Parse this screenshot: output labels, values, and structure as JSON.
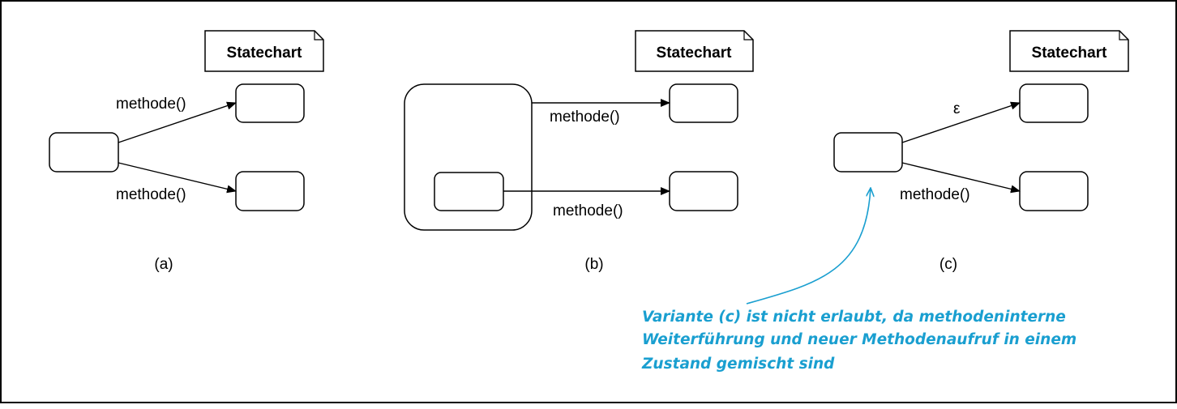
{
  "statechart_title": "Statechart",
  "panel_a": {
    "transition_upper": "methode()",
    "transition_lower": "methode()",
    "caption": "(a)"
  },
  "panel_b": {
    "transition_upper": "methode()",
    "transition_lower": "methode()",
    "caption": "(b)"
  },
  "panel_c": {
    "transition_upper": "ε",
    "transition_lower": "methode()",
    "caption": "(c)"
  },
  "annotation": {
    "lines": [
      "Variante (c) ist nicht erlaubt, da methodeninterne",
      "Weiterführung und neuer Methodenaufruf in einem",
      "Zustand gemischt sind"
    ],
    "color": "#1a9fd0"
  }
}
